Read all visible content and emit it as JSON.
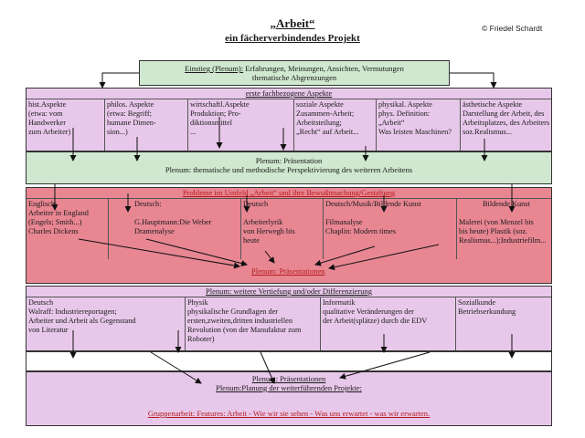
{
  "header": {
    "title": "„Arbeit“",
    "subtitle": "ein fächerverbindendes Projekt",
    "copyright": "© Friedel Schardt"
  },
  "einstieg": {
    "label": "Einstieg (Plenum):",
    "line1": " Erfahrungen, Meinungen, Ansichten, Vermutungen",
    "line2": "thematische Abgrenzungen"
  },
  "aspekte": {
    "heading": "erste fachbezogene Aspekte",
    "columns": [
      {
        "title": "hist.Aspekte",
        "lines": [
          "(etwa: vom",
          "Handwerker",
          "zum Arbeiter)"
        ]
      },
      {
        "title": "philos. Aspekte",
        "lines": [
          "(etwa: Begriff;",
          "humane Dimen-",
          "sion...)"
        ]
      },
      {
        "title": "wirtschaftl.Aspekte",
        "lines": [
          "Produktion; Pro-",
          "diktionsmittel",
          "..."
        ]
      },
      {
        "title": "soziale Aspekte",
        "lines": [
          "Zusammen-Arbeit;",
          "Arbeitsteilung;",
          "„Recht“ auf Arbeit..."
        ]
      },
      {
        "title": "physikal. Aspekte",
        "lines": [
          "phys. Definition:",
          "„Arbeit“",
          "Was leisten Maschinen?"
        ]
      },
      {
        "title": "ästhetische Aspekte",
        "lines": [
          "Darstellung der Arbeit, des",
          "Arbeitsplatzes, des Arbeiters",
          "soz.Realismus..."
        ]
      }
    ]
  },
  "plenum1": {
    "line1": "Plenum: Präsentation",
    "line2": "Plenum: thematische und methodische Perspektivierung des weiteren Arbeitens"
  },
  "probleme": {
    "heading": "Probleme im Umfeld „Arbeit“ und ihre Bewußtmachung/Gestaltung",
    "columns": [
      {
        "title": "Englisch:",
        "lines": [
          "Arbeiter in England",
          "(Engels; Smith...)",
          "Charles Dickens"
        ]
      },
      {
        "title": "Deutsch:",
        "lines": [
          "G.Hauptmann:Die Weber",
          "Dramenalyse"
        ]
      },
      {
        "title": "Deutsch",
        "lines": [
          "Arbeiterlyrik",
          "von Herwegh bis",
          "heute"
        ]
      },
      {
        "title": "Deutsch/Musik/Bildende Kunst",
        "lines": [
          "Filmanalyse",
          "Chaplin: Modern times"
        ]
      },
      {
        "title": "Bildende Kunst",
        "lines": [
          "Malerei (von Menzel bis",
          "bis heute) Plastik (soz.",
          "Realismus...);Industriefilm..."
        ]
      }
    ],
    "footer": "Plenum: Präsentationen"
  },
  "vertiefung": {
    "heading": "Plenum: weitere Vertiefung und/oder Differenzierung",
    "columns": [
      {
        "title": "Deutsch",
        "lines": [
          "Walraff: Industriereportagen;",
          "Arbeiter und Arbeit als Gegenstand",
          "von Literatur"
        ]
      },
      {
        "title": "Physik",
        "lines": [
          "physikalische Grundlagen der",
          "ersten,zweiten,dritten  industriellen",
          "Revolution (von der Manufaktur zum",
          "Roboter)"
        ]
      },
      {
        "title": "Informatik",
        "lines": [
          "qualitative Veränderungen der",
          "der Arbeit(splätze) durch die EDV"
        ]
      },
      {
        "title": "Sozialkunde",
        "lines": [
          "Betriebserkundung"
        ]
      }
    ]
  },
  "plenum_final": {
    "line1": "Plenum: Präsentationen",
    "line2": "Plenum:Planung der weiterführenden Projekte:",
    "gruppe": "Gruppenarbeit: Features: Arbeit - Wie wir sie sehen - Was uns erwartet - was wir erwarten."
  },
  "colors": {
    "green": "#cfe8cf",
    "pink": "#e8c8ea",
    "red": "#e88692",
    "text_red": "#b41a1a"
  }
}
